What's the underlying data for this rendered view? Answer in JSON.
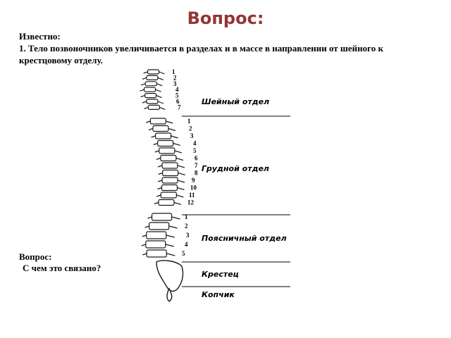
{
  "slide": {
    "title": "Вопрос:",
    "known_heading": "Известно:",
    "fact": "1.  Тело позвоночников увеличивается в разделах и в массе в направлении от шейного к крестцовому отделу.",
    "question_heading": "Вопрос:",
    "question": "С чем это связано?"
  },
  "figure": {
    "sections": [
      {
        "name": "Шейный отдел",
        "numbers": [
          "1",
          "2",
          "3",
          "4",
          "5",
          "6",
          "7"
        ]
      },
      {
        "name": "Грудной отдел",
        "numbers": [
          "1",
          "2",
          "3",
          "4",
          "5",
          "6",
          "7",
          "8",
          "9",
          "10",
          "11",
          "12"
        ]
      },
      {
        "name": "Поясничный отдел",
        "numbers": [
          "1",
          "2",
          "3",
          "4",
          "5"
        ]
      },
      {
        "name": "Крестец",
        "numbers": []
      },
      {
        "name": "Копчик",
        "numbers": []
      }
    ]
  }
}
